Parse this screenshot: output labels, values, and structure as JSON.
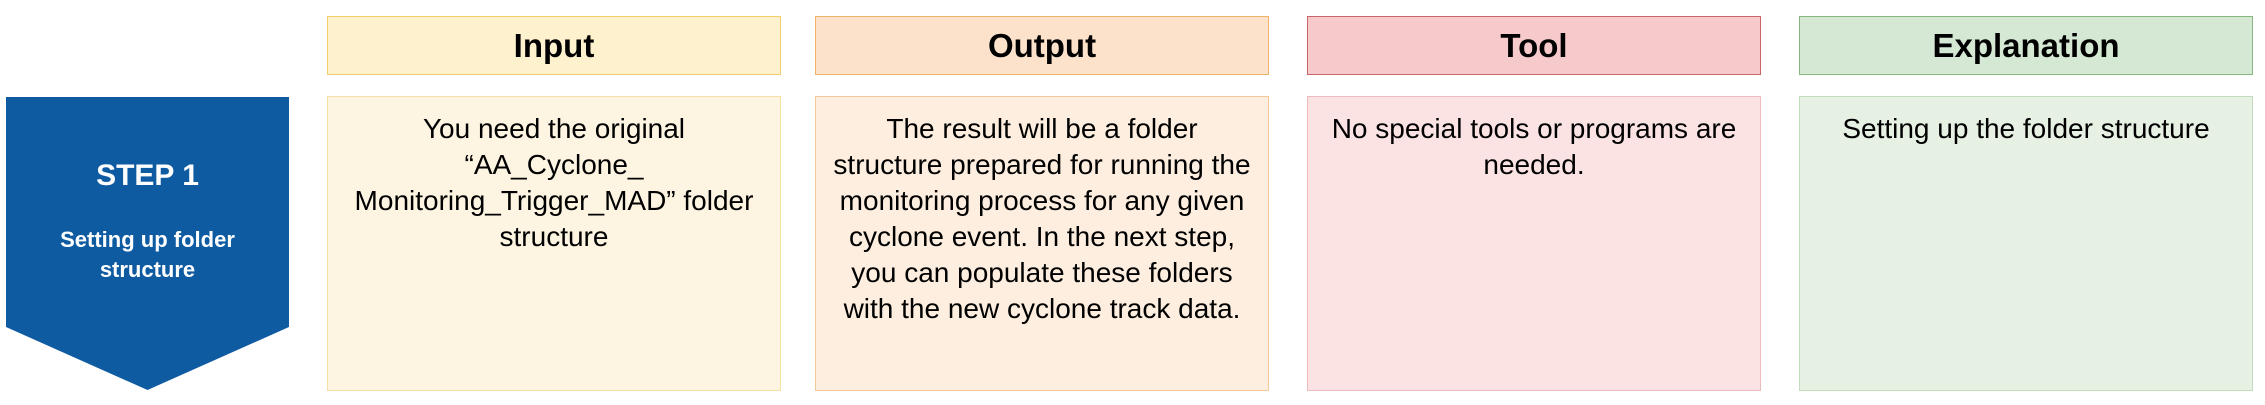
{
  "step": {
    "title": "STEP 1",
    "subtitle_line1": "Setting up folder",
    "subtitle_line2": "structure",
    "color": "#0f5ba2"
  },
  "columns": {
    "input": {
      "header": "Input",
      "body": "You need the original “AA_Cyclone_ Monitoring_Trigger_MAD” folder structure"
    },
    "output": {
      "header": "Output",
      "body": "The result will be a folder structure prepared for running the monitoring process for any given cyclone event. In the next step, you can populate these folders with the new cyclone track data."
    },
    "tool": {
      "header": "Tool",
      "body": "No special tools or programs are needed."
    },
    "explanation": {
      "header": "Explanation",
      "body": "Setting up the folder structure"
    }
  }
}
